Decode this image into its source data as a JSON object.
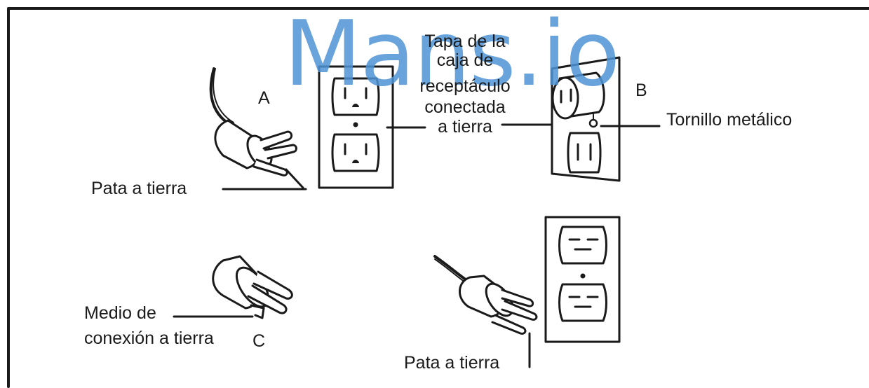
{
  "watermark": "Mans.io",
  "labels": {
    "letter_a": "A",
    "letter_b": "B",
    "letter_c": "C",
    "cover_line1": "Tapa de la",
    "cover_line2": "caja de",
    "cover_line3": "receptáculo",
    "cover_line4": "conectada",
    "cover_line5": "a tierra",
    "metal_screw": "Tornillo metálico",
    "ground_pin_top": "Pata a tierra",
    "ground_means_line1": "Medio de",
    "ground_means_line2": "conexión a tierra",
    "ground_pin_bottom": "Pata a tierra"
  },
  "colors": {
    "ink": "#1a1a1a",
    "watermark": "#4f93d6",
    "background": "#ffffff"
  }
}
